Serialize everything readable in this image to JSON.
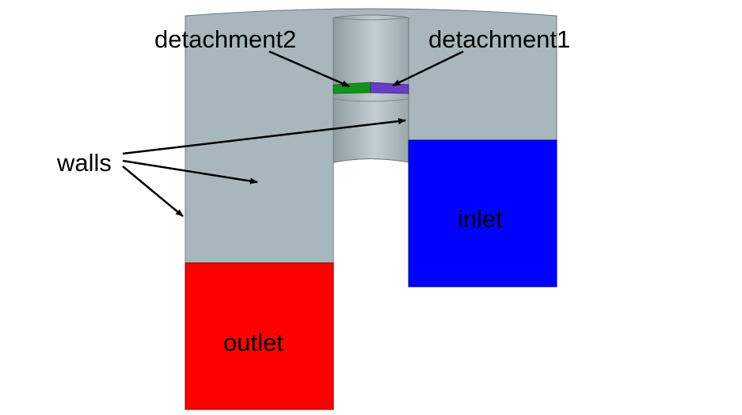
{
  "labels": {
    "detachment2": "detachment2",
    "detachment1": "detachment1",
    "walls": "walls",
    "inlet": "inlet",
    "outlet": "outlet"
  },
  "colors": {
    "walls": "#a8b7bd",
    "inner_cylinder_dark": "#8e9ca1",
    "inner_cylinder_light": "#c3ced2",
    "inlet": "#0000ff",
    "outlet": "#ff0000",
    "detachment2": "#13931a",
    "detachment1": "#6a3dc6",
    "arrow": "#000000"
  }
}
